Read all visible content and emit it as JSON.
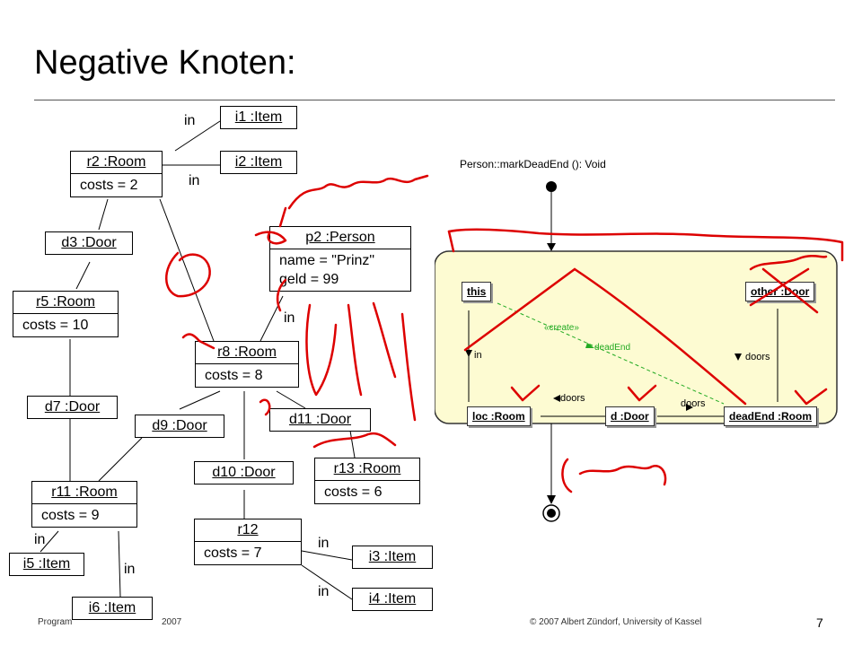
{
  "title": "Negative Knoten:",
  "objects": {
    "i1": "i1 :Item",
    "i2": "i2 :Item",
    "r2": {
      "name": "r2 :Room",
      "attr": "costs = 2"
    },
    "d3": "d3 :Door",
    "p2": {
      "name": "p2 :Person",
      "attr1": "name = \"Prinz\"",
      "attr2": "geld = 99"
    },
    "r5": {
      "name": "r5 :Room",
      "attr": "costs = 10"
    },
    "r8": {
      "name": "r8 :Room",
      "attr": "costs = 8"
    },
    "d7": "d7 :Door",
    "d9": "d9 :Door",
    "d11": "d11 :Door",
    "r13": {
      "name": "r13 :Room",
      "attr": "costs = 6"
    },
    "d10": "d10 :Door",
    "r11": {
      "name": "r11 :Room",
      "attr": "costs = 9"
    },
    "r12": {
      "name": "r12",
      "attr": "costs = 7"
    },
    "i3": "i3 :Item",
    "i4": "i4 :Item",
    "i5": "i5 :Item",
    "i6": "i6 :Item"
  },
  "link_labels": {
    "in_i1": "in",
    "in_i2": "in",
    "in_p2": "in",
    "in_i5": "in",
    "in_i6": "in",
    "in_i3": "in",
    "in_i4": "in"
  },
  "story": {
    "header": "Person::markDeadEnd (): Void",
    "objects": {
      "this": "this",
      "other": "other :Door",
      "loc": "loc :Room",
      "door": "d :Door",
      "deadEnd": "deadEnd :Room"
    },
    "links": {
      "in": "in",
      "doors_left": "doors",
      "doors_mid": "doors",
      "doors_right": "doors",
      "create": "«create»",
      "deadEnd": "deadEnd"
    }
  },
  "footer": {
    "left": "Program",
    "left_year": "2007",
    "right": "© 2007 Albert Zündorf, University of Kassel",
    "page": "7"
  },
  "colors": {
    "panel": "#fdfbd2",
    "ink": "#dd0000",
    "create": "#22aa22"
  }
}
